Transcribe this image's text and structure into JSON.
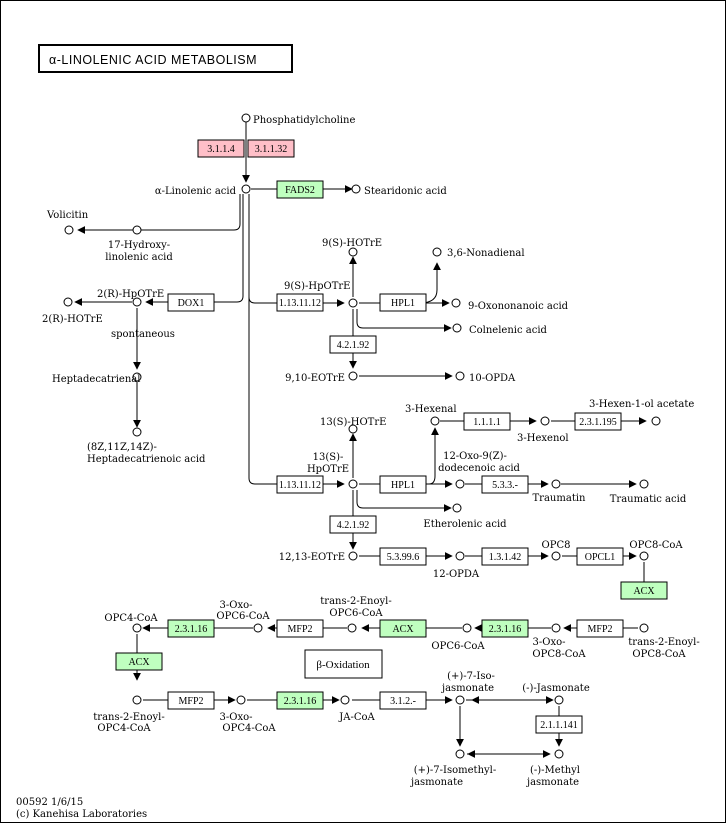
{
  "title": "α-LINOLENIC ACID METABOLISM",
  "footer": {
    "id_date": "00592 1/6/15",
    "copyright": "(c) Kanehisa Laboratories"
  },
  "pathway_box": "β-Oxidation",
  "colors": {
    "green_enzyme": "#bfffbf",
    "pink_enzyme": "#ffbfc8",
    "white_enzyme": "#ffffff"
  },
  "enzymes": {
    "e3_1_1_4": "3.1.1.4",
    "e3_1_1_32": "3.1.1.32",
    "fads2": "FADS2",
    "dox1": "DOX1",
    "e1_13_11_12_a": "1.13.11.12",
    "hpl1_a": "HPL1",
    "e4_2_1_92_a": "4.2.1.92",
    "e1_13_11_12_b": "1.13.11.12",
    "hpl1_b": "HPL1",
    "e4_2_1_92_b": "4.2.1.92",
    "e1_1_1_1": "1.1.1.1",
    "e2_3_1_195": "2.3.1.195",
    "e5_3_3": "5.3.3.-",
    "e5_3_99_6": "5.3.99.6",
    "e1_3_1_42": "1.3.1.42",
    "opcl1": "OPCL1",
    "acx_a": "ACX",
    "mfp2_a": "MFP2",
    "e2_3_1_16_a": "2.3.1.16",
    "acx_b": "ACX",
    "mfp2_b": "MFP2",
    "e2_3_1_16_b": "2.3.1.16",
    "acx_c": "ACX",
    "mfp2_c": "MFP2",
    "e2_3_1_16_c": "2.3.1.16",
    "e3_1_2": "3.1.2.-",
    "e2_1_1_141": "2.1.1.141"
  },
  "compounds": {
    "phosphatidylcholine": "Phosphatidylcholine",
    "linolenic": "α-Linolenic acid",
    "stearidonic": "Stearidonic acid",
    "volicitin": "Volicitin",
    "hydroxy17_l1": "17-Hydroxy-",
    "hydroxy17_l2": "linolenic acid",
    "r2_hpotre": "2(R)-HpOTrE",
    "r2_hotre": "2(R)-HOTrE",
    "spontaneous": "spontaneous",
    "heptadecatrienal": "Heptadecatrienal",
    "heptadeca_acid_l1": "(8Z,11Z,14Z)-",
    "heptadeca_acid_l2": "Heptadecatrienoic acid",
    "s9_hotre": "9(S)-HOTrE",
    "nonadienal": "3,6-Nonadienal",
    "s9_hpotre": "9(S)-HpOTrE",
    "oxononanoic": "9-Oxononanoic acid",
    "colnelenic": "Colnelenic acid",
    "eotre_9_10": "9,10-EOTrE",
    "opda_10": "10-OPDA",
    "hexenal3": "3-Hexenal",
    "hexenol3": "3-Hexenol",
    "hexenyl_acetate": "3-Hexen-1-ol acetate",
    "s13_hotre": "13(S)-HOTrE",
    "s13_hpotre_l1": "13(S)-",
    "s13_hpotre_l2": "HpOTrE",
    "oxo12_l1": "12-Oxo-9(Z)-",
    "oxo12_l2": "dodecenoic acid",
    "traumatin": "Traumatin",
    "traumatic": "Traumatic acid",
    "etherolenic": "Etherolenic acid",
    "eotre_12_13": "12,13-EOTrE",
    "opda_12": "12-OPDA",
    "opc8": "OPC8",
    "opc8_coa": "OPC8-CoA",
    "opc4_coa": "OPC4-CoA",
    "oxo_opc6_l1": "3-Oxo-",
    "oxo_opc6_l2": "OPC6-CoA",
    "trans_opc6_l1": "trans-2-Enoyl-",
    "trans_opc6_l2": "OPC6-CoA",
    "opc6_coa": "OPC6-CoA",
    "oxo_opc8_l1": "3-Oxo-",
    "oxo_opc8_l2": "OPC8-CoA",
    "trans_opc8_l1": "trans-2-Enoyl-",
    "trans_opc8_l2": "OPC8-CoA",
    "trans_opc4_l1": "trans-2-Enoyl-",
    "trans_opc4_l2": "OPC4-CoA",
    "oxo_opc4_l1": "3-Oxo-",
    "oxo_opc4_l2": "OPC4-CoA",
    "ja_coa": "JA-CoA",
    "iso_ja_l1": "(+)-7-Iso-",
    "iso_ja_l2": "jasmonate",
    "minus_ja": "(-)-Jasmonate",
    "iso_methyl_l1": "(+)-7-Isomethyl-",
    "iso_methyl_l2": "jasmonate",
    "methyl_ja_l1": "(-)-Methyl",
    "methyl_ja_l2": "jasmonate"
  }
}
